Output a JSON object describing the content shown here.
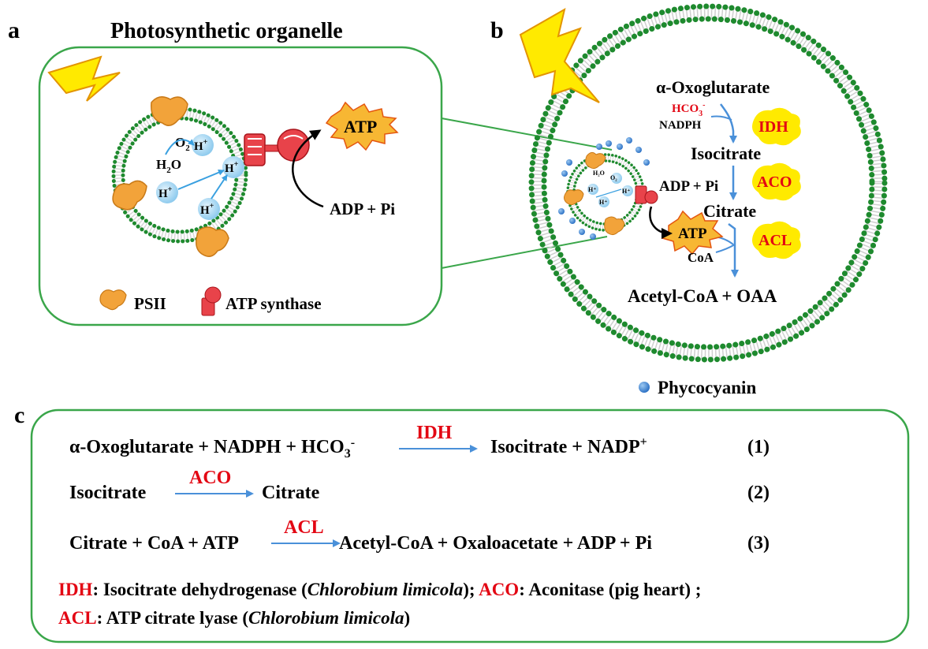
{
  "panel_a": {
    "letter": "a",
    "title": "Photosynthetic organelle",
    "h2o": "H",
    "h2o_sub": "2",
    "h2o_tail": "O",
    "o2": "O",
    "o2_sub": "2",
    "hplus": "H",
    "hplus_sup": "+",
    "atp": "ATP",
    "adp_pi": "ADP + Pi",
    "legend_psii": "PSII",
    "legend_atp_synthase": "ATP synthase"
  },
  "panel_b": {
    "letter": "b",
    "alpha_oxoglutarate": "α-Oxoglutarate",
    "hco3": "HCO",
    "hco3_sub": "3",
    "hco3_sup": "-",
    "nadph": "NADPH",
    "idh": "IDH",
    "isocitrate": "Isocitrate",
    "adp_pi": "ADP + Pi",
    "aco": "ACO",
    "citrate": "Citrate",
    "atp": "ATP",
    "acl": "ACL",
    "coa": "CoA",
    "products": "Acetyl-CoA + OAA",
    "mini_h2o": "H₂O",
    "mini_o2": "O₂",
    "mini_h": "H⁺",
    "legend_phycocyanin": "Phycocyanin"
  },
  "panel_c": {
    "letter": "c",
    "eq1_left": "α-Oxoglutarate + NADPH + HCO",
    "eq1_left_sub": "3",
    "eq1_left_sup": "-",
    "eq1_enzyme": "IDH",
    "eq1_right": "Isocitrate + NADP",
    "eq1_right_sup": "+",
    "eq1_num": "(1)",
    "eq2_left": "Isocitrate",
    "eq2_enzyme": "ACO",
    "eq2_right": "Citrate",
    "eq2_num": "(2)",
    "eq3_left": "Citrate + CoA + ATP",
    "eq3_enzyme": "ACL",
    "eq3_right": "Acetyl-CoA + Oxaloacetate + ADP + Pi",
    "eq3_num": "(3)",
    "def_idh_abbr": "IDH",
    "def_idh_text": ": Isocitrate dehydrogenase (",
    "def_idh_species": "Chlorobium limicola",
    "def_idh_close": ");",
    "def_aco_abbr": "ACO",
    "def_aco_text": ": Aconitase (pig heart) ;",
    "def_acl_abbr": "ACL",
    "def_acl_text": ": ATP citrate lyase (",
    "def_acl_species": "Chlorobium limicola",
    "def_acl_close": ")"
  },
  "colors": {
    "membrane_green": "#1e8a2e",
    "box_border": "#3aa64a",
    "arrow_blue": "#4a90d9",
    "h_bubble": "#a9d8f2",
    "enzyme_red": "#e30613",
    "psii_orange": "#f2a33a",
    "lightning_yellow": "#ffea00",
    "atp_burst": "#f7b733",
    "synthase_red": "#e8434a"
  }
}
